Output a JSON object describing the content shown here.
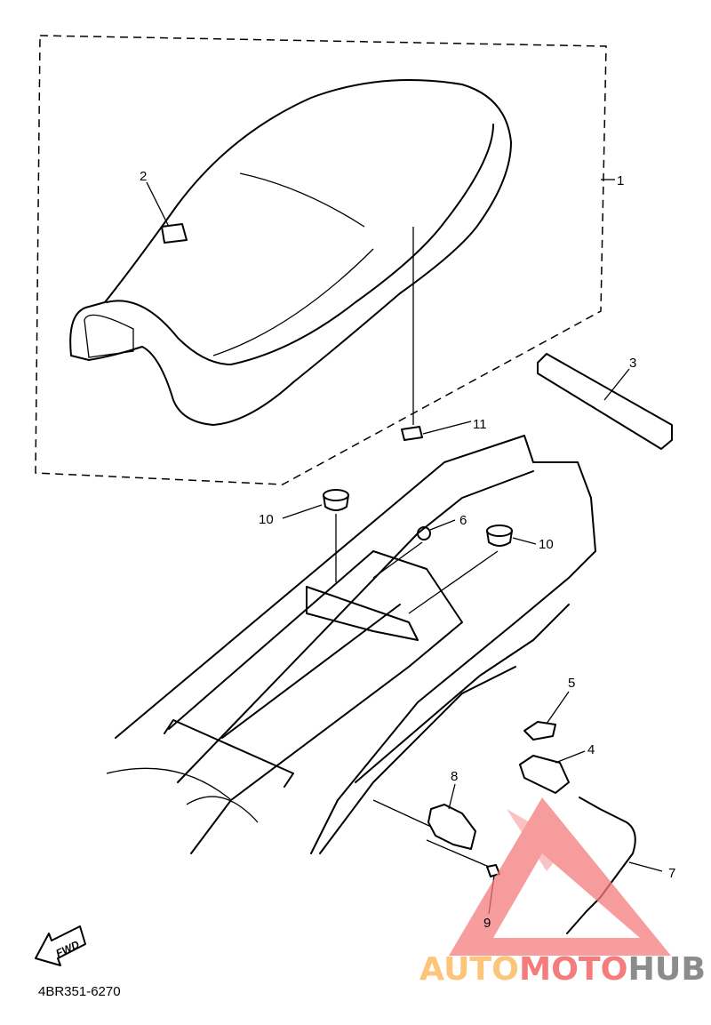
{
  "diagram": {
    "part_code": "4BR351-6270",
    "fwd_label": "FWD",
    "callouts": [
      "1",
      "2",
      "3",
      "4",
      "5",
      "6",
      "7",
      "8",
      "9",
      "10",
      "10",
      "11"
    ]
  },
  "watermark": {
    "part1": "AUTO",
    "part2": "MOTO",
    "part3": "HUB",
    "colors": {
      "auto": "#fcc57a",
      "moto": "#f47c7c",
      "hub": "#8c8c8c",
      "triangle": "#f47c7c"
    }
  }
}
